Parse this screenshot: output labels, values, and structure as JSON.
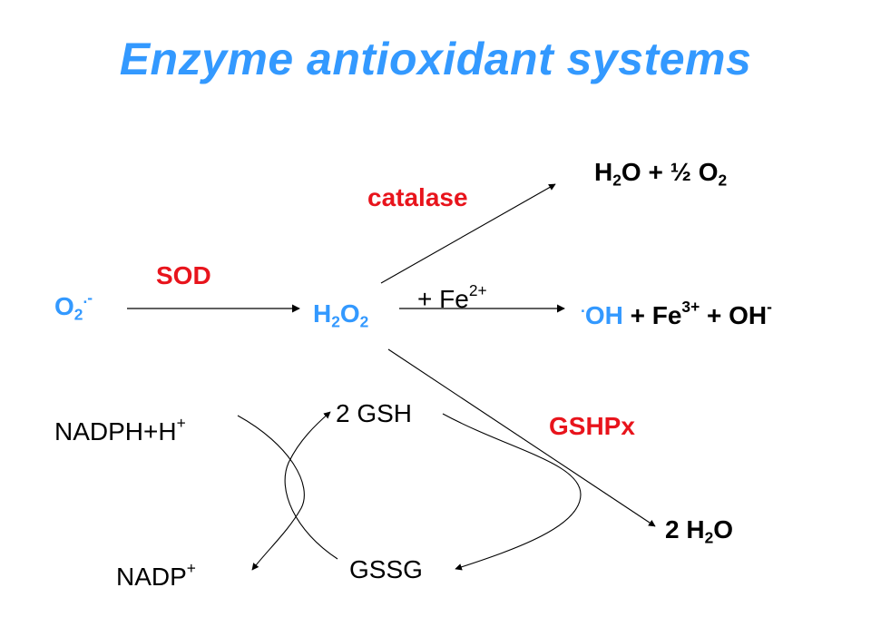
{
  "title": "Enzyme antioxidant systems",
  "colors": {
    "title": "#3399ff",
    "enzyme": "#e8141c",
    "text": "#000000"
  },
  "labels": {
    "superoxide": {
      "base": "O",
      "sub": "2",
      "sup": ".-"
    },
    "sod": "SOD",
    "h2o2": {
      "a": "H",
      "s1": "2",
      "b": "O",
      "s2": "2"
    },
    "catalase": "catalase",
    "water_oxygen": {
      "a": "H",
      "s1": "2",
      "b": "O + ½ O",
      "s2": "2"
    },
    "fe2": {
      "text": "+ Fe",
      "sup": "2+"
    },
    "hydroxyl": {
      "dot": ".",
      "oh": "OH",
      "fe": " + Fe",
      "fe_sup": "3+",
      "rest": " + OH",
      "rest_sup": "-"
    },
    "gshpx": "GSHPx",
    "nadph": {
      "text": "NADPH+H",
      "sup": "+"
    },
    "nadp": {
      "text": "NADP",
      "sup": "+"
    },
    "gsh": "2 GSH",
    "gssg": "GSSG",
    "water2": {
      "a": "2 H",
      "s": "2",
      "b": "O"
    }
  }
}
